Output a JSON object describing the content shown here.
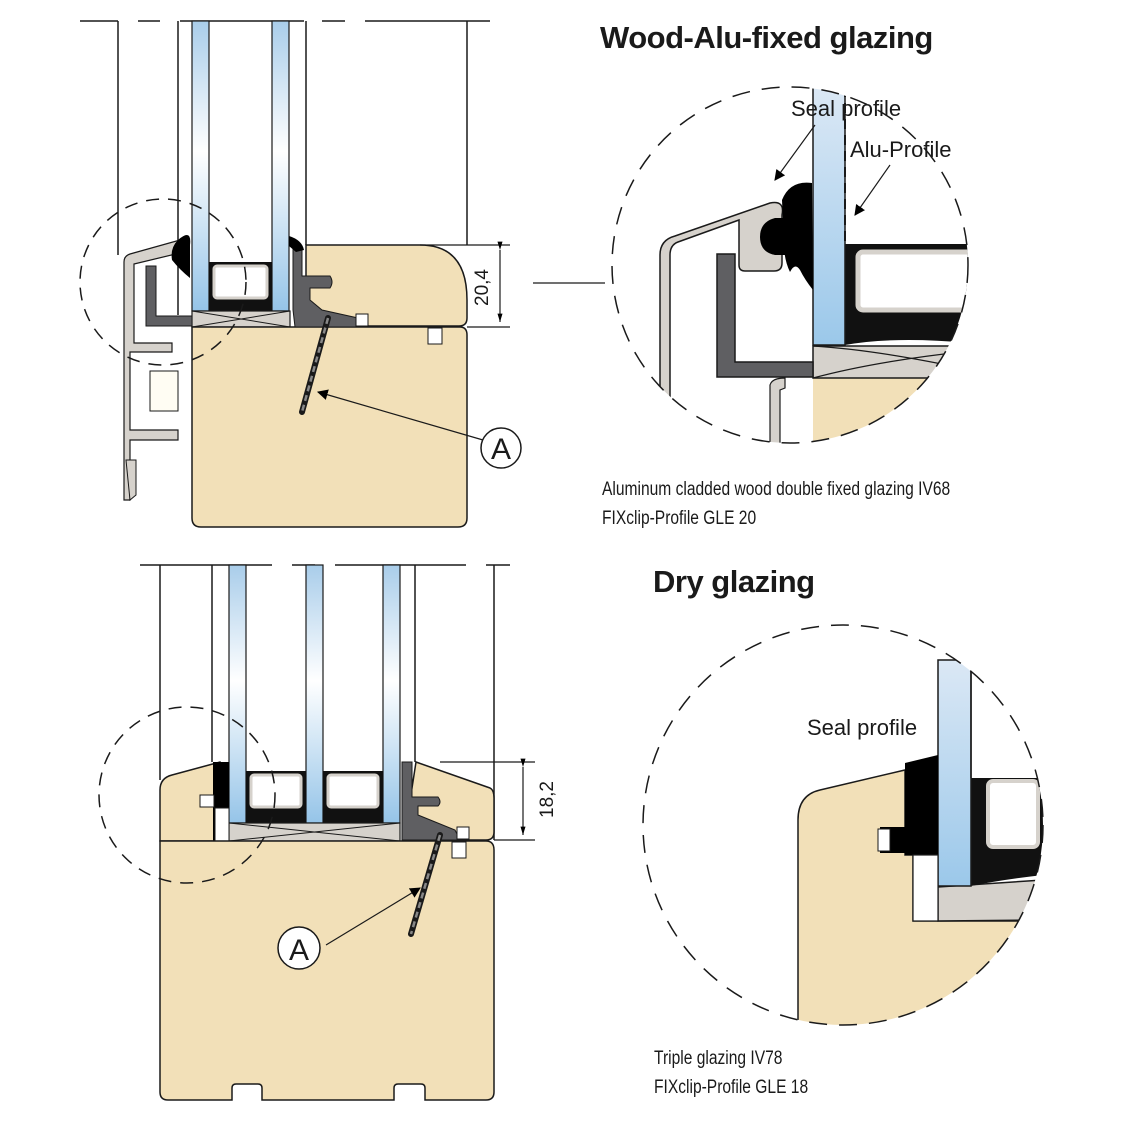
{
  "sections": [
    {
      "id": "wood-alu",
      "title": "Wood-Alu-fixed glazing",
      "detail_labels": {
        "seal": "Seal profile",
        "alu": "Alu-Profile"
      },
      "dimension": "20,4",
      "callout": "A",
      "caption_lines": [
        "Aluminum cladded wood double fixed glazing IV68",
        "FIXclip-Profile GLE 20"
      ]
    },
    {
      "id": "dry",
      "title": "Dry glazing",
      "detail_labels": {
        "seal": "Seal profile"
      },
      "dimension": "18,2",
      "callout": "A",
      "caption_lines": [
        "Triple glazing IV78",
        "FIXclip-Profile GLE 18"
      ]
    }
  ],
  "colors": {
    "wood": "#f2e0b8",
    "glass": "#a9cdea",
    "alu": "#d6d2cc",
    "profile_dark": "#5f5f62",
    "seal": "#000000",
    "line": "#1a1a1a"
  }
}
